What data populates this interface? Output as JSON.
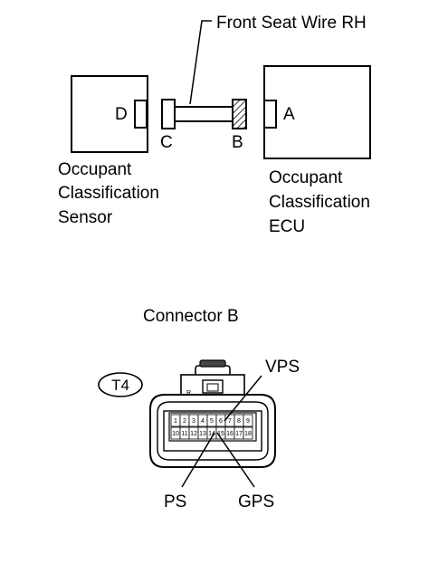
{
  "wire_label": "Front Seat Wire RH",
  "sensor": {
    "label_lines": [
      "Occupant",
      "Classification",
      "Sensor"
    ],
    "connector_label": "D"
  },
  "ecu": {
    "label_lines": [
      "Occupant",
      "Classification",
      "ECU"
    ],
    "connector_label": "A"
  },
  "wire_connector_c": "C",
  "wire_connector_b": "B",
  "connector_view": {
    "title": "Connector B",
    "code": "T4",
    "lock_letter": "R",
    "pins_top": [
      "1",
      "2",
      "3",
      "4",
      "5",
      "6",
      "7",
      "8",
      "9"
    ],
    "pins_bottom": [
      "10",
      "11",
      "12",
      "13",
      "14",
      "15",
      "16",
      "17",
      "18"
    ],
    "callouts": {
      "vps": "VPS",
      "ps": "PS",
      "gps": "GPS"
    }
  }
}
